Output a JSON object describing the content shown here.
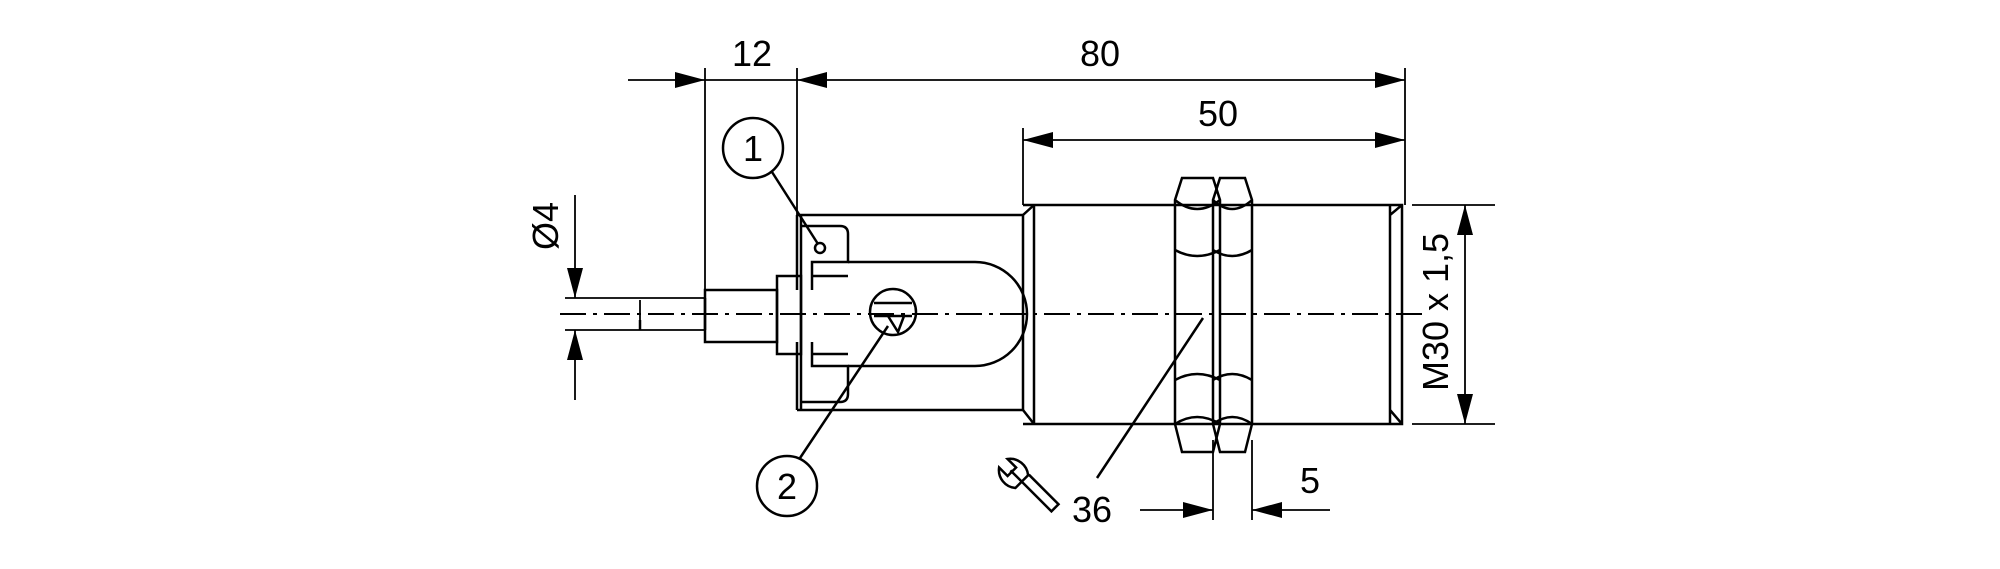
{
  "dimensions": {
    "cable_length": "12",
    "overall_length": "80",
    "thread_length": "50",
    "cable_diameter": "Ø4",
    "thread_size": "M30 x 1,5",
    "wrench_size": "36",
    "nut_thickness": "5"
  },
  "callouts": {
    "item_1": "1",
    "item_2": "2"
  },
  "icons": {
    "wrench": "wrench-icon"
  },
  "colors": {
    "ink": "#000000",
    "background": "#ffffff"
  }
}
